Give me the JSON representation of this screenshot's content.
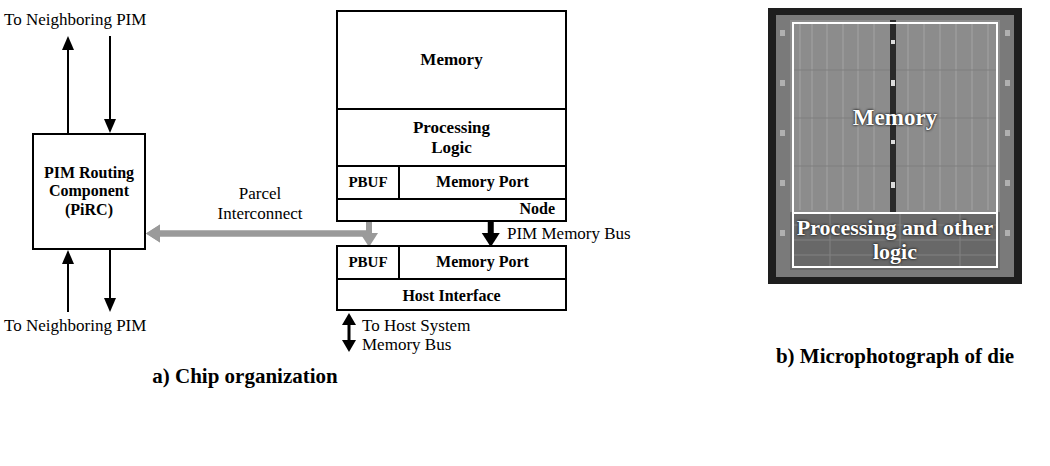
{
  "diagram": {
    "nodes": [
      {
        "text": [
          "PIM Routing Component (PiRC)"
        ]
      },
      {
        "text": [
          "Node"
        ]
      },
      {
        "text": [
          "Memory"
        ],
        "in": 1
      },
      {
        "text": [
          "Processing Logic"
        ],
        "in": 1
      },
      {
        "text": [
          "PBUF"
        ],
        "in": 1
      },
      {
        "text": [
          "Memory Port"
        ],
        "in": 1
      },
      {
        "text": [
          "Host Interface"
        ]
      },
      {
        "text": [
          "PBUF"
        ],
        "in": 6
      },
      {
        "text": [
          "Memory Port"
        ],
        "in": 6
      },
      {
        "text": [
          "Memory"
        ]
      },
      {
        "text": [
          "Processing and other logic"
        ]
      }
    ],
    "edges": [
      {
        "from": 0,
        "to": 4,
        "arrow": "both",
        "label": "Parcel Interconnect"
      },
      {
        "from": 0,
        "to": 7,
        "arrow": "both"
      },
      {
        "from": 5,
        "to": 8,
        "arrow": "both",
        "label": "PIM Memory Bus"
      }
    ],
    "labels": [
      "To Neighboring PIM",
      "To Neighboring PIM",
      "To Host System Memory Bus",
      "a) Chip organization",
      "b) Microphotograph of die"
    ]
  }
}
